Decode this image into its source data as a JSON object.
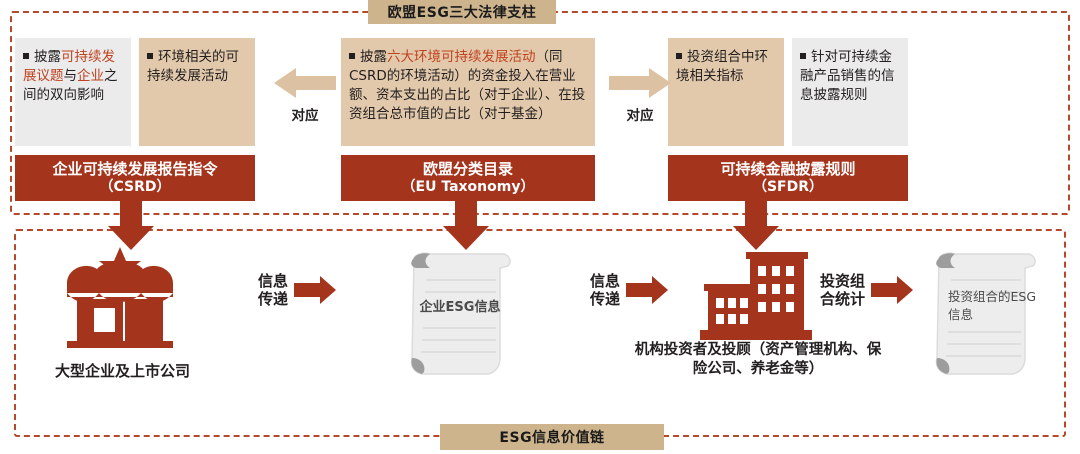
{
  "colors": {
    "red": "#a5341d",
    "dashed_border": "#b5492c",
    "tan_banner": "#cdb48d",
    "tan_box": "#e2c9ab",
    "gray_box": "#ebebeb",
    "highlight_text": "#c0421f",
    "scroll_gray": "#eaeaea"
  },
  "top_section": {
    "banner": "欧盟ESG三大法律支柱",
    "boxes": [
      {
        "id": "csrd-scope",
        "style": "gray",
        "segments": [
          {
            "text": "披露",
            "highlight": false
          },
          {
            "text": "可持续发展议题",
            "highlight": true
          },
          {
            "text": "与",
            "highlight": false
          },
          {
            "text": "企业",
            "highlight": true
          },
          {
            "text": "之间的双向影响",
            "highlight": false
          }
        ],
        "plain": "披露可持续发展议题与企业之间的双向影响"
      },
      {
        "id": "csrd-activities",
        "style": "tan",
        "segments": [
          {
            "text": "环境相关的可持续发展活动",
            "highlight": false
          }
        ],
        "plain": "环境相关的可持续发展活动"
      },
      {
        "id": "taxonomy-detail",
        "style": "tan",
        "segments": [
          {
            "text": "披露",
            "highlight": false
          },
          {
            "text": "六大环境可持续发展活动",
            "highlight": true
          },
          {
            "text": "（同CSRD的环境活动）的资金投入在营业额、资本支出的占比（对于企业）、在投资组合总市值的占比（对于基金）",
            "highlight": false
          }
        ],
        "plain": "披露六大环境可持续发展活动（同CSRD的环境活动）的资金投入在营业额、资本支出的占比（对于企业）、在投资组合总市值的占比（对于基金）"
      },
      {
        "id": "sfdr-indicators",
        "style": "tan",
        "segments": [
          {
            "text": "投资组合中环境相关指标",
            "highlight": false
          }
        ],
        "plain": "投资组合中环境相关指标"
      },
      {
        "id": "sfdr-disclosure",
        "style": "gray",
        "segments": [
          {
            "text": "针对可持续金融产品销售的信息披露规则",
            "highlight": false
          }
        ],
        "plain": "针对可持续金融产品销售的信息披露规则"
      }
    ],
    "correspondence": [
      {
        "id": "left",
        "label": "对应",
        "direction": "left"
      },
      {
        "id": "right",
        "label": "对应",
        "direction": "right"
      }
    ],
    "pillars": [
      {
        "id": "csrd",
        "name": "企业可持续发展报告指令",
        "abbr": "（CSRD）"
      },
      {
        "id": "eu-taxonomy",
        "name": "欧盟分类目录",
        "abbr": "（EU Taxonomy）"
      },
      {
        "id": "sfdr",
        "name": "可持续金融披露规则",
        "abbr": "（SFDR）"
      }
    ]
  },
  "bottom_section": {
    "banner": "ESG信息价值链",
    "nodes": [
      {
        "id": "large-enterprises",
        "icon": "storefront-icon",
        "label": "大型企业及上市公司"
      },
      {
        "id": "corporate-esg-doc",
        "icon": "scroll-icon",
        "label": "企业ESG信息"
      },
      {
        "id": "institutional-investors",
        "icon": "building-icon",
        "label": "机构投资者及投顾（资产管理机构、保险公司、养老金等）"
      },
      {
        "id": "portfolio-esg-doc",
        "icon": "scroll-icon",
        "label": "投资组合的ESG信息"
      }
    ],
    "flows": [
      {
        "id": "flow-1",
        "line1": "信息",
        "line2": "传递"
      },
      {
        "id": "flow-2",
        "line1": "信息",
        "line2": "传递"
      },
      {
        "id": "flow-3",
        "line1": "投资组",
        "line2": "合统计"
      }
    ]
  }
}
